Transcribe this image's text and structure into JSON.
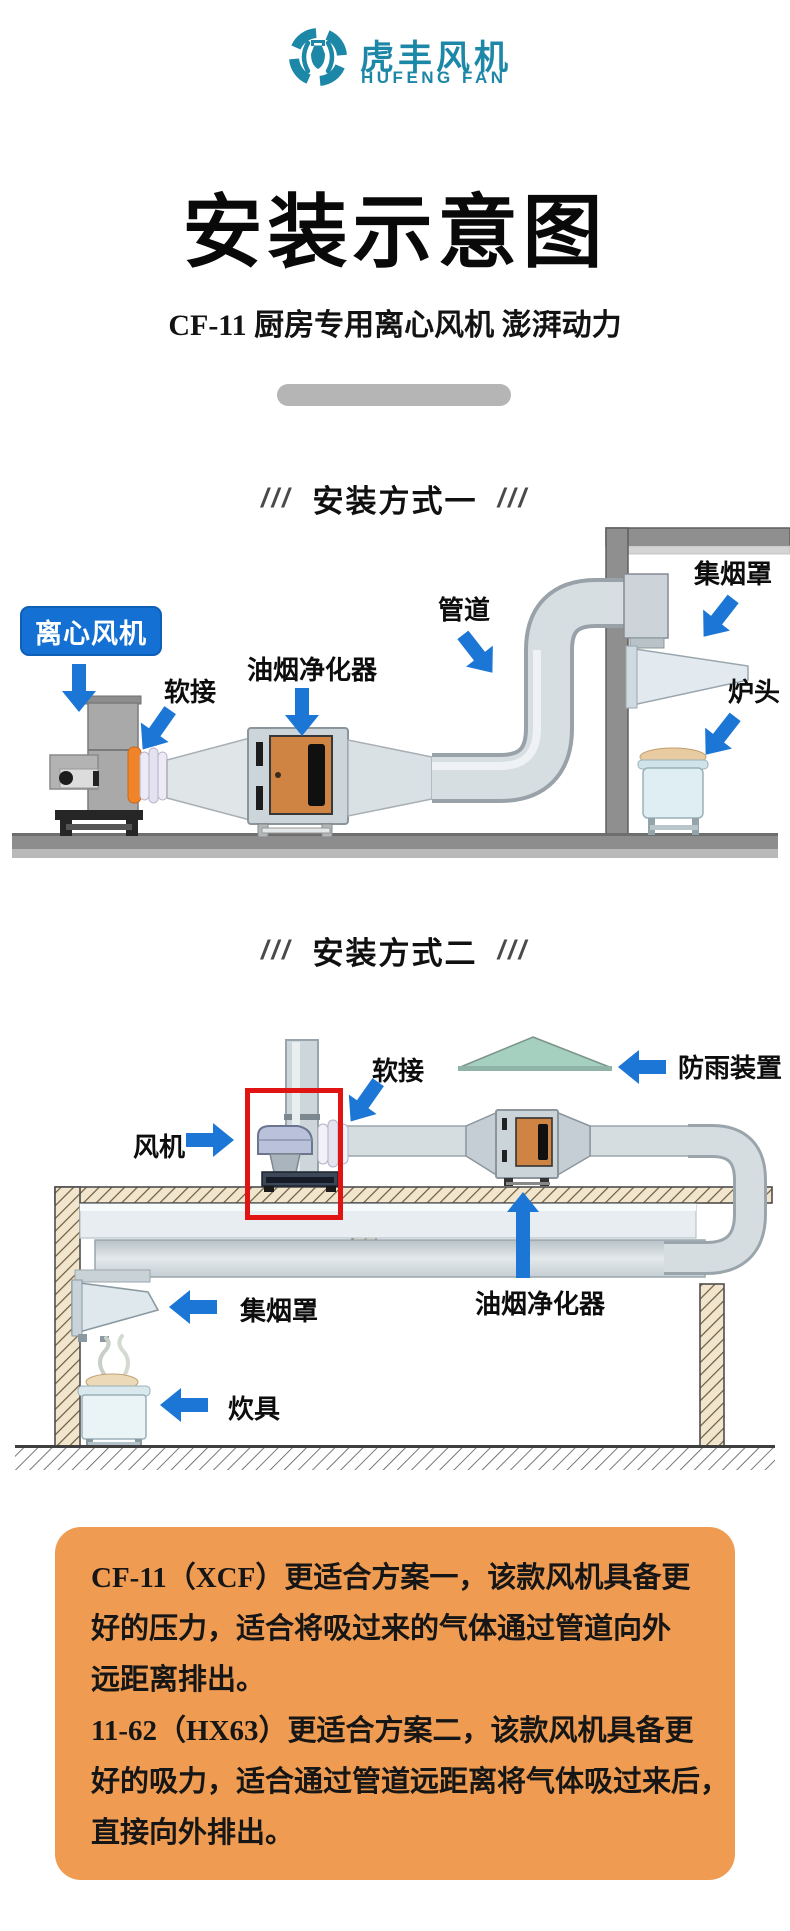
{
  "brand": {
    "name_cn": "虎丰风机",
    "name_en": "HUFENG FAN"
  },
  "header": {
    "title": "安装示意图",
    "subtitle": "CF-11 厨房专用离心风机 澎湃动力"
  },
  "sections": {
    "method1": {
      "slashes": "///",
      "title": "安装方式一",
      "labels": {
        "centrifugal_fan": "离心风机",
        "soft_joint": "软接",
        "purifier": "油烟净化器",
        "pipe": "管道",
        "smoke_hood": "集烟罩",
        "stove": "炉头"
      }
    },
    "method2": {
      "slashes": "///",
      "title": "安装方式二",
      "labels": {
        "soft_joint": "软接",
        "rain_guard": "防雨装置",
        "fan": "风机",
        "purifier": "油烟净化器",
        "smoke_hood": "集烟罩",
        "cooker": "炊具"
      }
    }
  },
  "note": {
    "lines": [
      "CF-11（XCF）更适合方案一，该款风机具备更",
      "好的压力，适合将吸过来的气体通过管道向外",
      "远距离排出。",
      "11-62（HX63）更适合方案二，该款风机具备更",
      "好的吸力，适合通过管道远距离将气体吸过来后，",
      "直接向外排出。"
    ]
  },
  "colors": {
    "brand_teal": "#1d87a8",
    "label_badge_blue": "#1470d2",
    "arrow_blue": "#1b76d6",
    "note_orange": "#ef9c52",
    "highlight_red": "#e11414",
    "divider_gray": "#b5b5b5",
    "rain_guard_green": "#a5cfbf",
    "purifier_door_orange": "#d08443"
  }
}
